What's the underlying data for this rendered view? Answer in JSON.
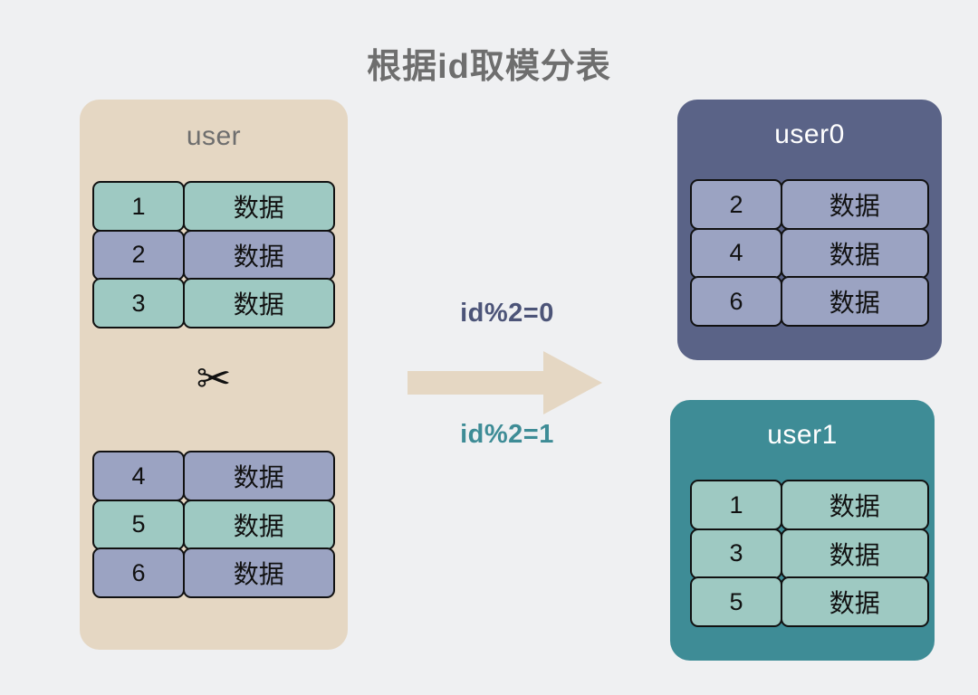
{
  "title": "根据id取模分表",
  "colors": {
    "background": "#eff0f2",
    "title_text": "#6e6e6e",
    "source_panel_bg": "#e5d7c3",
    "target0_panel_bg": "#5a6387",
    "target1_panel_bg": "#3e8c96",
    "row_teal": "#9ec9c2",
    "row_purple": "#9ba3c2",
    "arrow": "#e5d7c3",
    "label_even": "#4c5478",
    "label_odd": "#3e8c96",
    "cell_border": "#111111"
  },
  "source": {
    "name": "user",
    "scissors_icon": "scissors-icon",
    "scissors_glyph": "✂",
    "rows_top": [
      {
        "id": "1",
        "data": "数据",
        "color": "teal"
      },
      {
        "id": "2",
        "data": "数据",
        "color": "purple"
      },
      {
        "id": "3",
        "data": "数据",
        "color": "teal"
      }
    ],
    "rows_bottom": [
      {
        "id": "4",
        "data": "数据",
        "color": "purple"
      },
      {
        "id": "5",
        "data": "数据",
        "color": "teal"
      },
      {
        "id": "6",
        "data": "数据",
        "color": "purple"
      }
    ]
  },
  "flow": {
    "label_even": "id%2=0",
    "label_odd": "id%2=1",
    "arrow_icon": "right-arrow-icon"
  },
  "targets": [
    {
      "name": "user0",
      "rows": [
        {
          "id": "2",
          "data": "数据",
          "color": "purple"
        },
        {
          "id": "4",
          "data": "数据",
          "color": "purple"
        },
        {
          "id": "6",
          "data": "数据",
          "color": "purple"
        }
      ]
    },
    {
      "name": "user1",
      "rows": [
        {
          "id": "1",
          "data": "数据",
          "color": "teal"
        },
        {
          "id": "3",
          "data": "数据",
          "color": "teal"
        },
        {
          "id": "5",
          "data": "数据",
          "color": "teal"
        }
      ]
    }
  ]
}
